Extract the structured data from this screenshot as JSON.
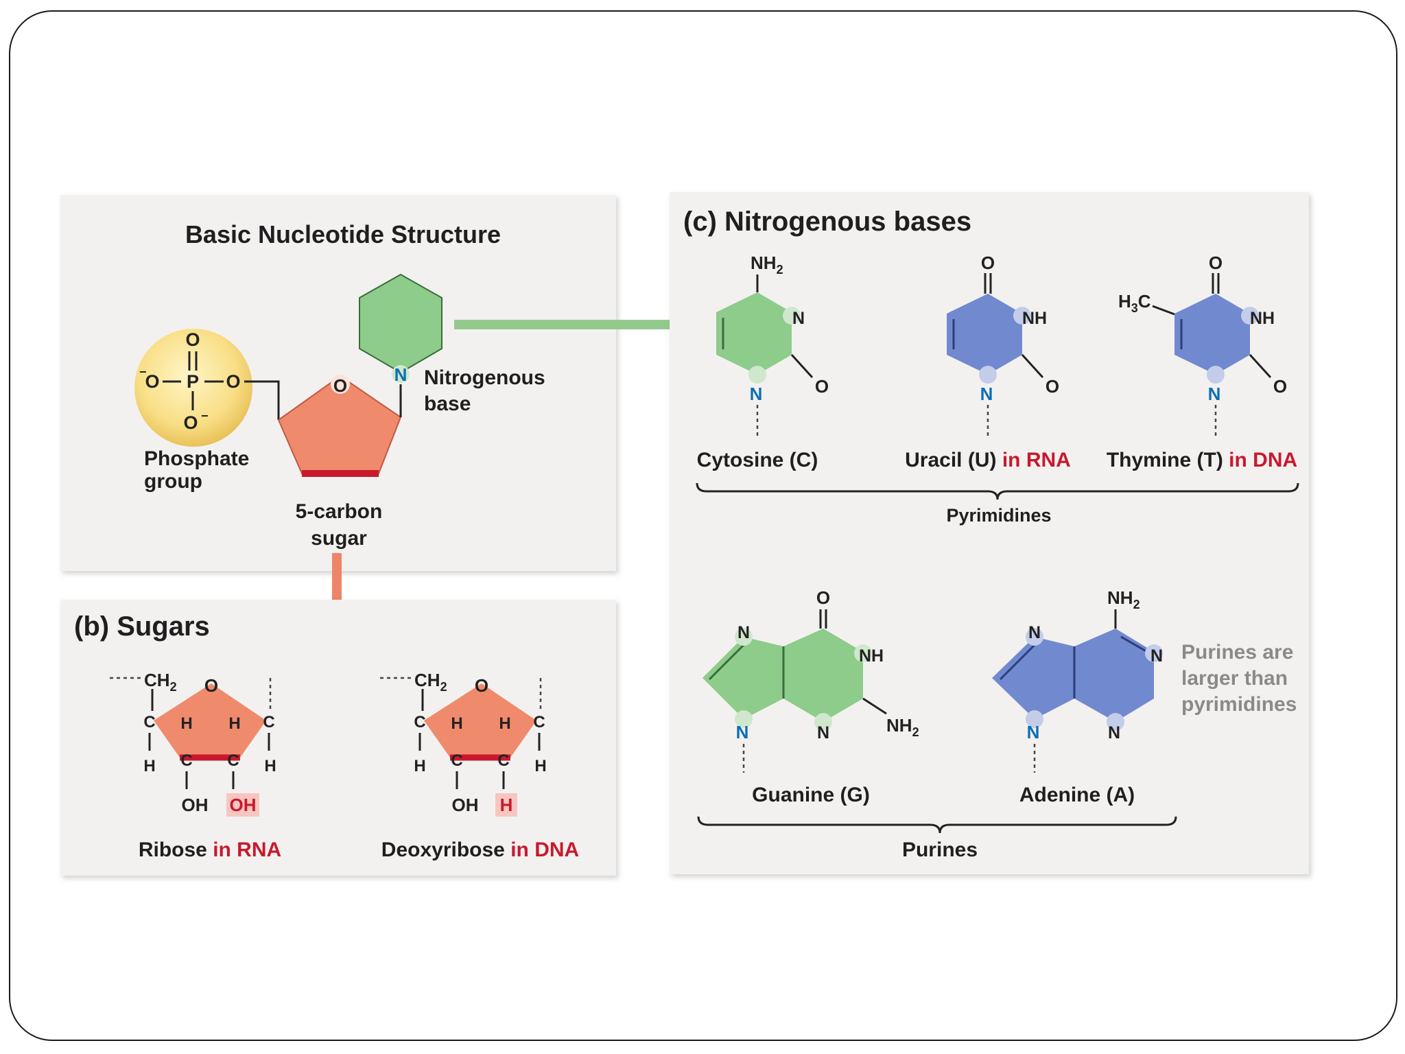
{
  "panel_a": {
    "title": "Basic Nucleotide Structure",
    "phosphate": {
      "label_line1": "Phosphate",
      "label_line2": "group",
      "atoms": {
        "o_top": "O",
        "p": "P",
        "o_left": "O",
        "o_right": "O",
        "o_bottom": "O"
      }
    },
    "sugar": {
      "label_line1": "5-carbon",
      "label_line2": "sugar",
      "ring_o": "O"
    },
    "base": {
      "label_line1": "Nitrogenous",
      "label_line2": "base",
      "n_atom": "N"
    }
  },
  "panel_b": {
    "title": "(b) Sugars",
    "ribose": {
      "name": "Ribose",
      "suffix": "in RNA",
      "oh_2prime": "OH"
    },
    "deoxyribose": {
      "name": "Deoxyribose",
      "suffix": "in DNA",
      "h_2prime": "H"
    },
    "atoms": {
      "ch2": "CH",
      "sub2": "2",
      "o": "O",
      "c": "C",
      "h": "H",
      "oh": "OH"
    }
  },
  "panel_c": {
    "title": "(c) Nitrogenous bases",
    "pyrimidines_label": "Pyrimidines",
    "purines_label": "Purines",
    "purine_note": [
      "Purines are",
      "larger than",
      "pyrimidines"
    ],
    "cytosine": {
      "name": "Cytosine (C)"
    },
    "uracil": {
      "name": "Uracil (U)",
      "suffix": "in RNA"
    },
    "thymine": {
      "name": "Thymine (T)",
      "suffix": "in DNA"
    },
    "guanine": {
      "name": "Guanine (G)"
    },
    "adenine": {
      "name": "Adenine (A)"
    },
    "atoms": {
      "nh2": "NH",
      "sub2": "2",
      "n": "N",
      "nh": "NH",
      "o": "O",
      "h3c": "H",
      "sub3": "3",
      "c": "C"
    }
  },
  "colors": {
    "panel_bg": "#f3f1f0",
    "pyrimidine_green": "#8dcc8a",
    "blue_base": "#7189cf",
    "sugar_orange": "#f08a6c",
    "accent_red": "#c8192d",
    "phosphate_yellow": "#f5d877",
    "arrow_green": "#94c98e",
    "arrow_orange": "#ee8468"
  }
}
